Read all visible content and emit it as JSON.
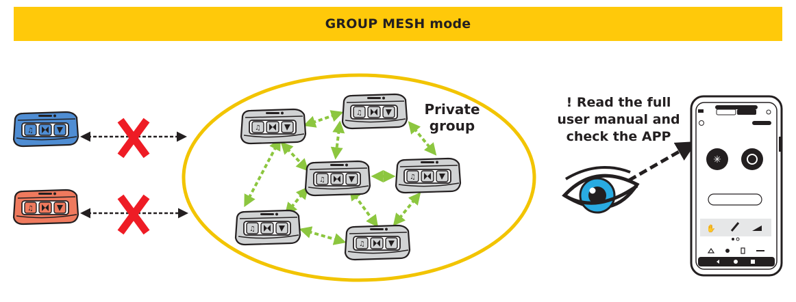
{
  "banner": {
    "title": "GROUP MESH mode",
    "color": "#ffc90a"
  },
  "private_group": {
    "label_line1": "Private",
    "label_line2": "group",
    "ellipse_color": "#f2c400"
  },
  "external_devices": [
    {
      "name": "blue-intercom",
      "color": "#4f8dd3",
      "blocked": true
    },
    {
      "name": "red-intercom",
      "color": "#ef7a5e",
      "blocked": true
    }
  ],
  "block_mark_color": "#ee1c25",
  "link_color": "#8cc63f",
  "manual_note": {
    "line1": "! Read the full",
    "line2": "user manual and",
    "line3": "check the APP"
  },
  "icons": [
    "intercom-unit-icon",
    "eye-icon",
    "smartphone-icon",
    "cross-icon"
  ]
}
